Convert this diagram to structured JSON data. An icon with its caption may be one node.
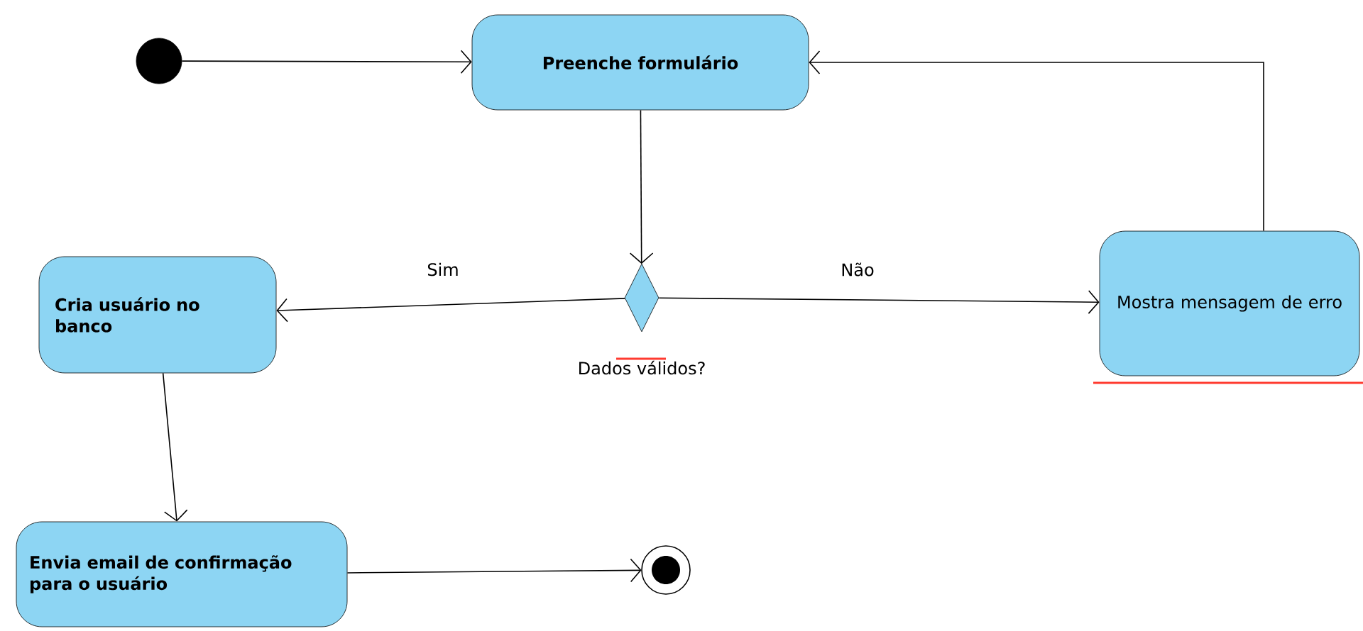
{
  "diagram": {
    "nodes": [
      {
        "text": [],
        "shape": "circle"
      },
      {
        "text": [
          "Preenche formulário"
        ]
      },
      {
        "text": [],
        "shape": "diamond",
        "beside": [
          "Dados válidos?"
        ]
      },
      {
        "text": [
          "Cria usuário no banco"
        ]
      },
      {
        "text": [
          "Mostra mensagem de erro"
        ]
      },
      {
        "text": [
          "Envia email de confirmação para o usuário"
        ]
      },
      {
        "text": [],
        "shape": "circle"
      }
    ],
    "edges": [
      {
        "from": 0,
        "to": 1,
        "arrow": "to"
      },
      {
        "from": 1,
        "to": 2,
        "arrow": "to"
      },
      {
        "from": 2,
        "to": 3,
        "arrow": "to",
        "label": "Sim"
      },
      {
        "from": 2,
        "to": 4,
        "arrow": "to",
        "label": "Não"
      },
      {
        "from": 4,
        "to": 1,
        "arrow": "to"
      },
      {
        "from": 3,
        "to": 5,
        "arrow": "to"
      },
      {
        "from": 5,
        "to": 6,
        "arrow": "to"
      }
    ]
  }
}
